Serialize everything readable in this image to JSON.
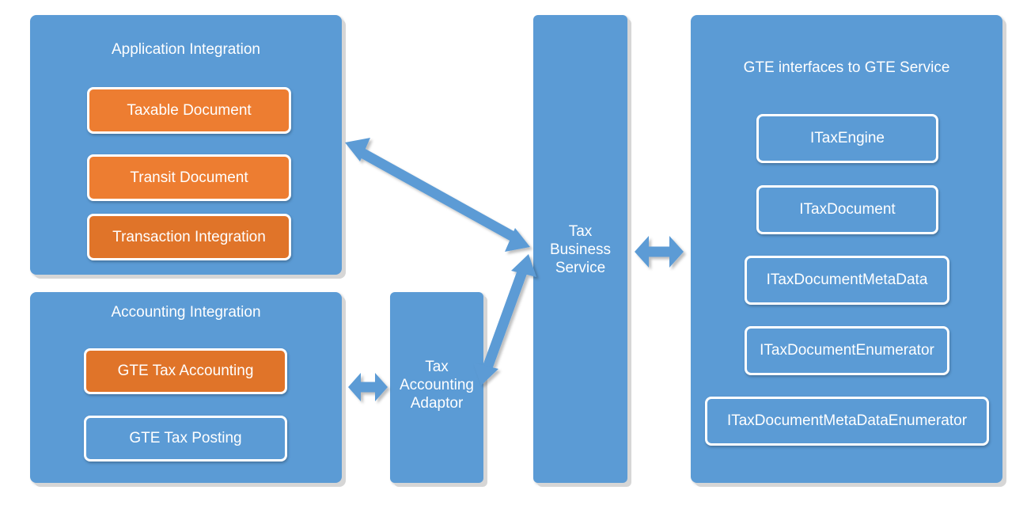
{
  "colors": {
    "panel_blue": "#5b9bd5",
    "orange": "#ed7d31",
    "orange_dark": "#e07429",
    "text": "#ffffff"
  },
  "application_integration": {
    "title": "Application Integration",
    "items": [
      "Taxable Document",
      "Transit Document",
      "Transaction Integration"
    ]
  },
  "accounting_integration": {
    "title": "Accounting Integration",
    "items": [
      "GTE Tax Accounting",
      "GTE Tax Posting"
    ]
  },
  "tax_accounting_adaptor": {
    "lines": [
      "Tax",
      "Accounting",
      "Adaptor"
    ]
  },
  "tax_business_service": {
    "lines": [
      "Tax",
      "Business",
      "Service"
    ]
  },
  "gte_interfaces": {
    "title": "GTE interfaces to GTE Service",
    "items": [
      "ITaxEngine",
      "ITaxDocument",
      "ITaxDocumentMetaData",
      "ITaxDocumentEnumerator",
      "ITaxDocumentMetaDataEnumerator"
    ]
  },
  "connectors": [
    "double-arrow-icon",
    "double-arrow-icon",
    "double-arrow-icon",
    "double-arrow-icon"
  ]
}
